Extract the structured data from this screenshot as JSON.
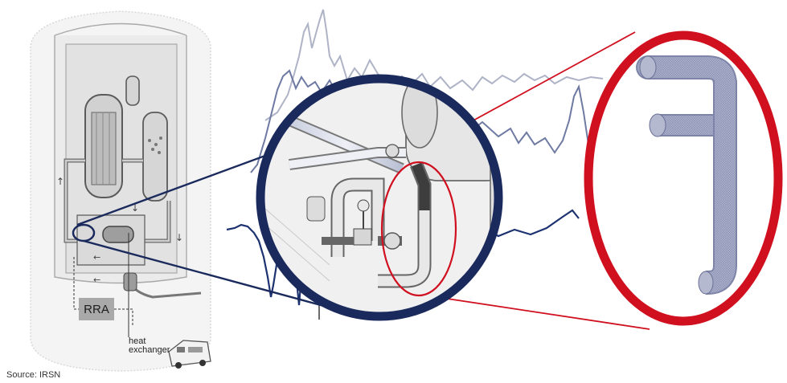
{
  "labels": {
    "rra": "RRA",
    "heat_line1": "heat",
    "heat_line2": "exchanger",
    "source": "Source: IRSN"
  },
  "colors": {
    "navy": "#1b2a5c",
    "red": "#d0101f",
    "signal_dark": "#1d3270",
    "signal_light": "#a9b0c4",
    "signal_mid": "#6d7aa0",
    "mesh": "#8c93b5"
  },
  "icons": {
    "reactor": "reactor-cutaway-icon",
    "truck": "van-icon",
    "pipe": "pipe-mesh-icon"
  }
}
